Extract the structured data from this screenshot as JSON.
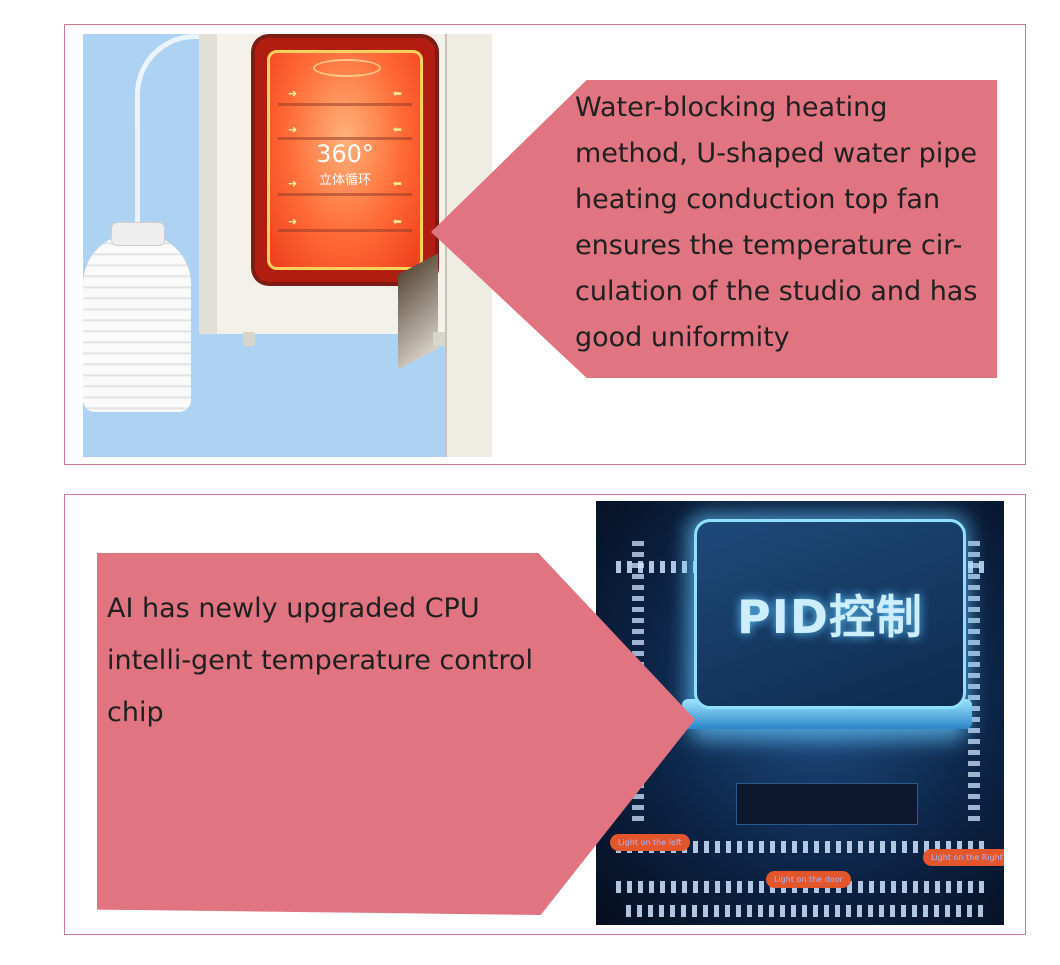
{
  "top_section": {
    "oven_badge": "360°",
    "oven_badge_sub": "立体循环",
    "description": "Water-blocking heating method, U-shaped water pipe heating conduction top fan ensures the temperature cir-culation of the studio and has good uniformity",
    "image_alt": "Oven with glowing heating chamber and water tank",
    "colors": {
      "callout": "#e07581",
      "border": "#c97a86"
    }
  },
  "bottom_section": {
    "description": "AI has newly upgraded CPU intelli-gent temperature control chip",
    "chip_label": "PID控制",
    "tags": [
      "Light on the left",
      "Light on the door",
      "Light on the Right"
    ],
    "image_alt": "Glowing PID control chip on circuit board"
  },
  "icons": [
    "arrow-right-icon",
    "arrow-left-icon"
  ]
}
